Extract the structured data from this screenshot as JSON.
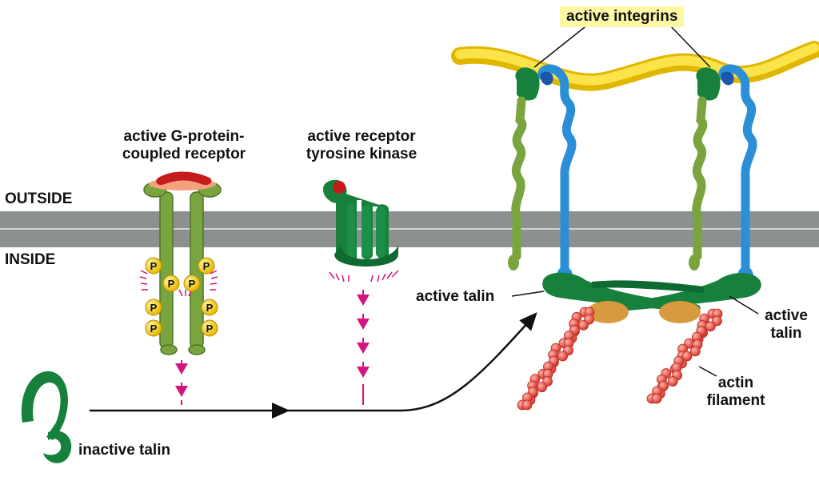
{
  "labels": {
    "outside": "OUTSIDE",
    "inside": "INSIDE",
    "gpcr_line1": "active G-protein-",
    "gpcr_line2": "coupled receptor",
    "rtk_line1": "active receptor",
    "rtk_line2": "tyrosine kinase",
    "active_integrins": "active integrins",
    "active_talin_left": "active talin",
    "active_talin_right_line1": "active",
    "active_talin_right_line2": "talin",
    "actin_line1": "actin",
    "actin_line2": "filament",
    "inactive_talin": "inactive talin"
  },
  "phospho_label": "P",
  "colors": {
    "membrane": "#8c918f",
    "receptor_green": "#7aa53e",
    "talin_green": "#16803c",
    "integrin_blue": "#2b8fd8",
    "integrin_green": "#7aa53e",
    "ecm_yellow": "#f7d51c",
    "arrow_magenta": "#d4147f",
    "phospho_yellow": "#f6d21b",
    "actin_red": "#e8473e",
    "ligand_red": "#c51b1b"
  }
}
